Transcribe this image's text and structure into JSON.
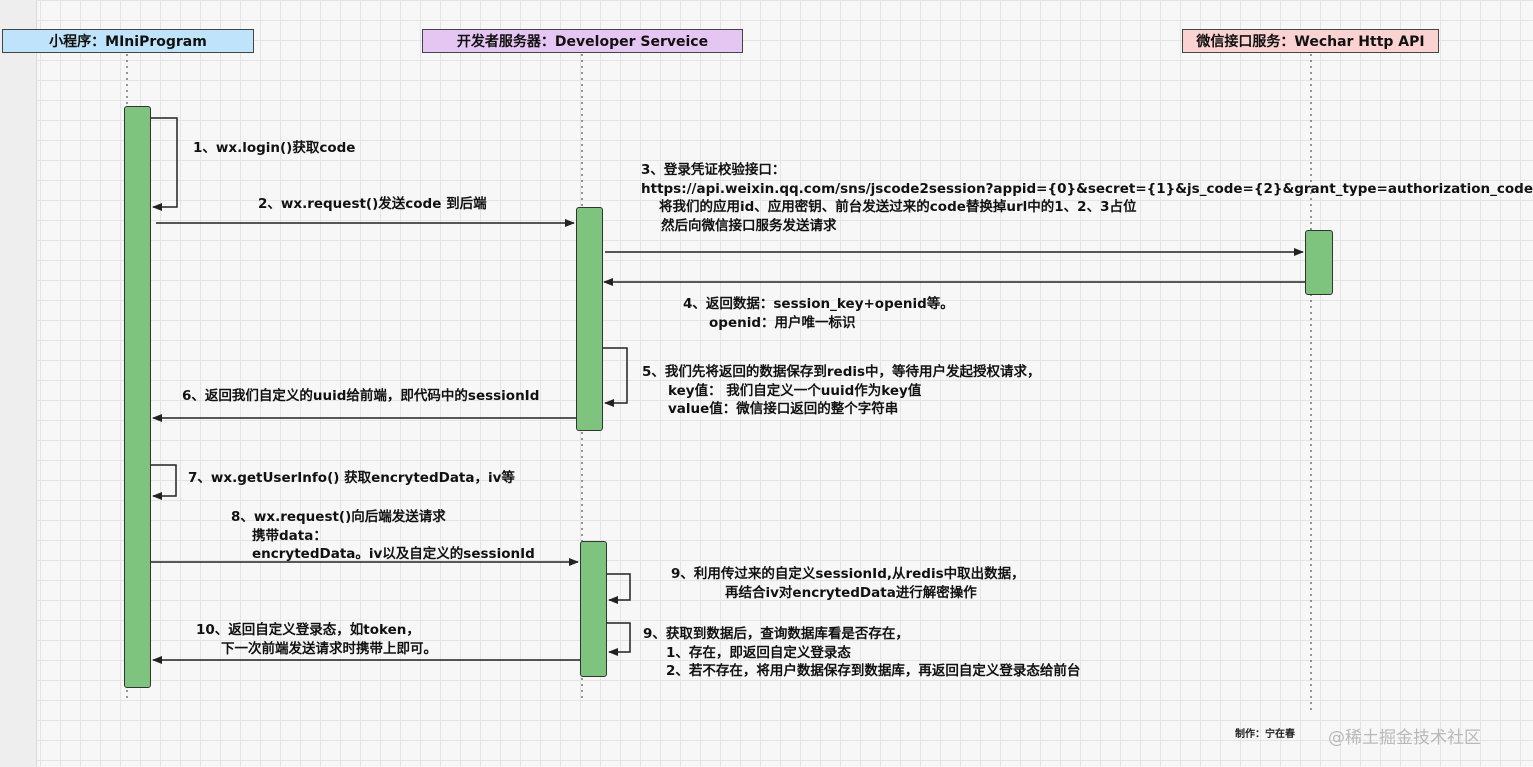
{
  "actors": {
    "miniprogram": "小程序：MIniProgram",
    "developer": "开发者服务器：Developer Serveice",
    "wechat_api": "微信接口服务：Wechar Http API"
  },
  "messages": {
    "step1": "1、wx.login()获取code",
    "step2": "2、wx.request()发送code 到后端",
    "step3": [
      "3、登录凭证校验接口：",
      "https://api.weixin.qq.com/sns/jscode2session?appid={0}&secret={1}&js_code={2}&grant_type=authorization_code",
      "将我们的应用id、应用密钥、前台发送过来的code替换掉url中的1、2、3占位",
      "然后向微信接口服务发送请求"
    ],
    "step4": [
      "4、返回数据：session_key+openid等。",
      "openid：用户唯一标识"
    ],
    "step5": [
      "5、我们先将返回的数据保存到redis中，等待用户发起授权请求，",
      "key值：   我们自定义一个uuid作为key值",
      "value值：微信接口返回的整个字符串"
    ],
    "step6": "6、返回我们自定义的uuid给前端，即代码中的sessionId",
    "step7": "7、wx.getUserInfo() 获取encrytedData，iv等",
    "step8": [
      "8、wx.request()向后端发送请求",
      "携带data：",
      "encrytedData。iv以及自定义的sessionId"
    ],
    "step9a": [
      "9、利用传过来的自定义sessionId,从redis中取出数据，",
      "再结合iv对encrytedData进行解密操作"
    ],
    "step9b": [
      "9、获取到数据后，查询数据库看是否存在，",
      "1、存在，即返回自定义登录态",
      "2、若不存在，将用户数据保存到数据库，再返回自定义登录态给前台"
    ],
    "step10": [
      "10、返回自定义登录态，如token，",
      "下一次前端发送请求时携带上即可。"
    ]
  },
  "credit": "制作：宁在春",
  "watermark": "@稀土掘金技术社区",
  "colors": {
    "miniprogram_header": "#bfe3fb",
    "developer_header": "#e5c5f1",
    "wechat_header": "#fbd2d2",
    "activation": "#7ec47f"
  }
}
